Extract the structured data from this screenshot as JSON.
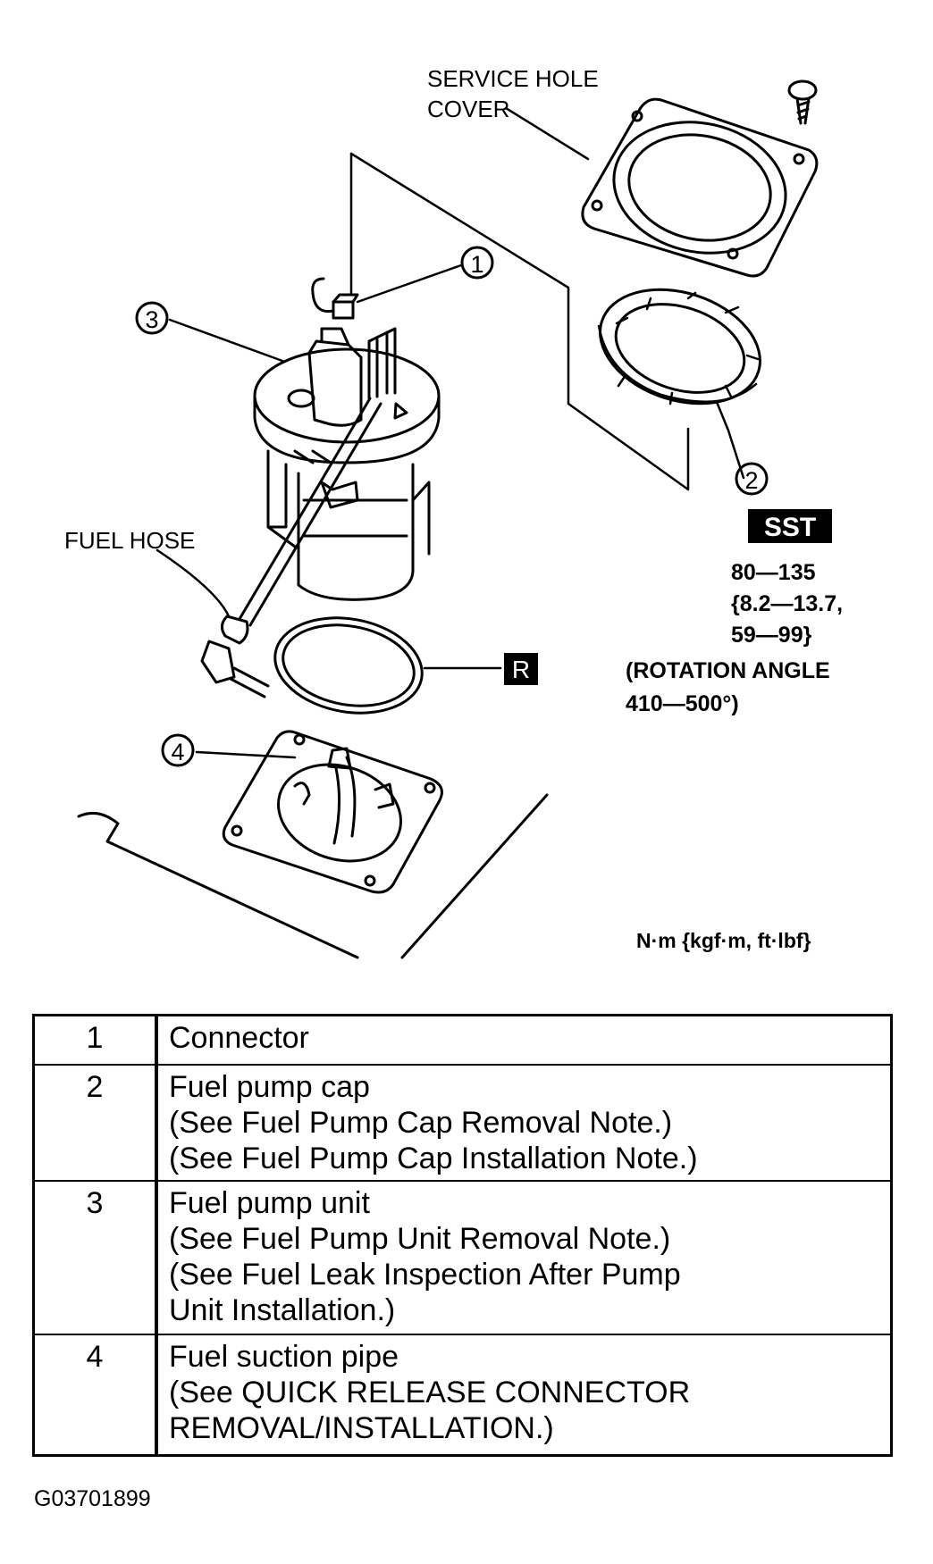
{
  "labels": {
    "service_hole_cover": [
      "SERVICE HOLE",
      "COVER"
    ],
    "fuel_hose": "FUEL HOSE",
    "sst": "SST",
    "r_mark": "R",
    "torque_lines": [
      "80—135",
      "{8.2—13.7,",
      "59—99}"
    ],
    "rotation_lines": [
      "(ROTATION ANGLE",
      "410—500°)"
    ],
    "units": "N·m {kgf·m, ft·lbf}"
  },
  "callouts": [
    "1",
    "2",
    "3",
    "4"
  ],
  "table": {
    "rows": [
      {
        "num": "1",
        "lines": [
          "Connector"
        ]
      },
      {
        "num": "2",
        "lines": [
          "Fuel pump cap",
          "(See Fuel Pump Cap Removal Note.)",
          "(See Fuel Pump Cap Installation Note.)"
        ]
      },
      {
        "num": "3",
        "lines": [
          "Fuel pump unit",
          "(See Fuel Pump Unit Removal Note.)",
          "(See Fuel Leak Inspection After Pump",
          "Unit Installation.)"
        ]
      },
      {
        "num": "4",
        "lines": [
          "Fuel suction pipe",
          "(See QUICK RELEASE CONNECTOR",
          "REMOVAL/INSTALLATION.)"
        ]
      }
    ]
  },
  "figure_id": "G03701899"
}
